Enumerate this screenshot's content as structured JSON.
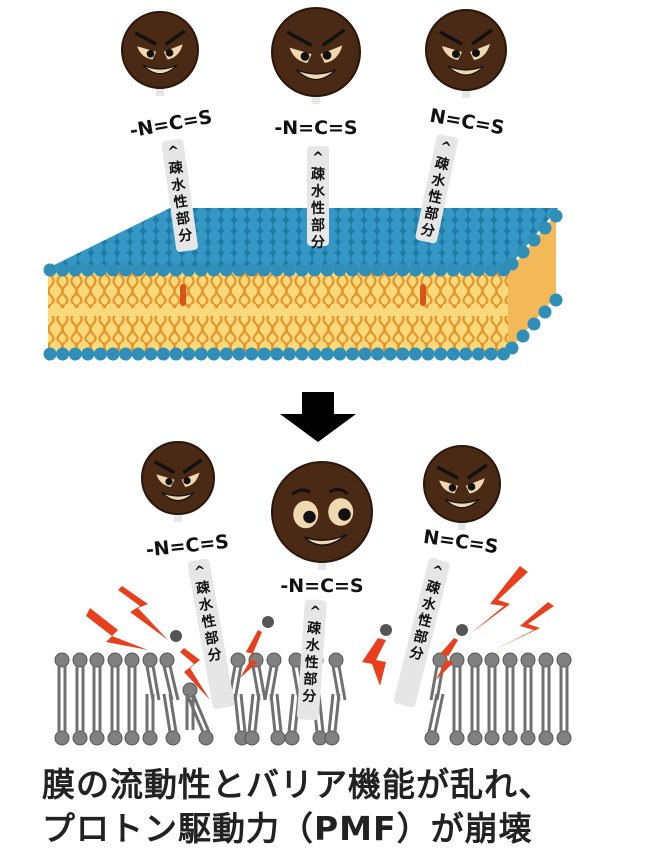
{
  "title": "Isothiocyanate disrupting bacterial membrane",
  "molecule": {
    "group_label": "-N=C=S",
    "group_label_alt": "N=C=S",
    "tail_label": "疎水性部分",
    "tail_prefix": "^"
  },
  "top_panel": {
    "molecules": [
      {
        "label": "-N=C=S",
        "tail": "疎水性部分",
        "expression": "evil-grin"
      },
      {
        "label": "-N=C=S",
        "tail": "疎水性部分",
        "expression": "evil-grin"
      },
      {
        "label": "N=C=S",
        "tail": "疎水性部分",
        "expression": "evil-grin"
      }
    ],
    "membrane": "lipid-bilayer-3d"
  },
  "arrow": "down-arrow",
  "bottom_panel": {
    "molecules": [
      {
        "label": "-N=C=S",
        "tail": "疎水性部分",
        "expression": "evil-grin"
      },
      {
        "label": "-N=C=S",
        "tail": "疎水性部分",
        "expression": "happy-grin"
      },
      {
        "label": "N=C=S",
        "tail": "疎水性部分",
        "expression": "evil-grin"
      }
    ],
    "membrane": "disrupted-bilayer"
  },
  "caption": {
    "line1": "膜の流動性とバリア機能が乱れ、",
    "line2": "プロトン駆動力（PMF）が崩壊"
  },
  "colors": {
    "head_brown": "#4a2a14",
    "head_outline": "#2a160a",
    "face_tan": "#f0d9b0",
    "phosphate_blue": "#2f8fb8",
    "lipid_yellow": "#f9d97a",
    "lipid_orange": "#e8922a",
    "lightning_red": "#e8401c",
    "lipid_gray": "#707070",
    "tail_gray": "#e6e6e6"
  }
}
